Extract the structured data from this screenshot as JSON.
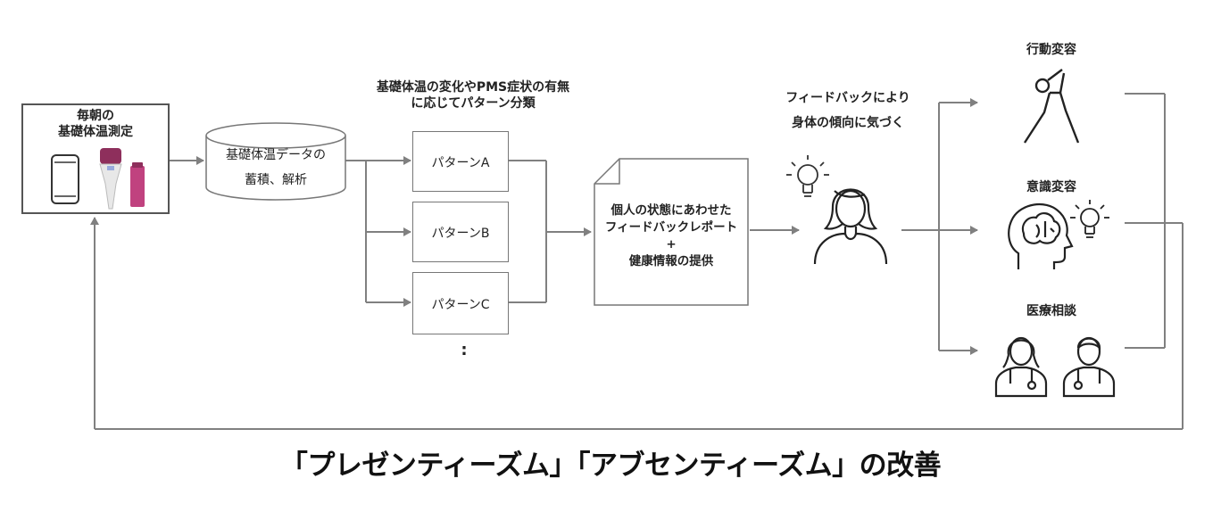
{
  "start_box": {
    "title_line1": "毎朝の",
    "title_line2": "基礎体温測定"
  },
  "database": {
    "line1": "基礎体温データの",
    "line2": "蓄積、解析"
  },
  "classification": {
    "caption_line1": "基礎体温の変化やPMS症状の有無",
    "caption_line2": "に応じてパターン分類",
    "patterns": [
      "パターンA",
      "パターンB",
      "パターンC"
    ],
    "more": ":"
  },
  "report": {
    "line1": "個人の状態にあわせた",
    "line2": "フィードバックレポート",
    "plus": "+",
    "line3": "健康情報の提供"
  },
  "awareness": {
    "line1": "フィードバックにより",
    "line2": "身体の傾向に気づく"
  },
  "outcomes": [
    {
      "label": "行動変容",
      "icon": "stretching-person-icon"
    },
    {
      "label": "意識変容",
      "icon": "brain-head-icon"
    },
    {
      "label": "医療相談",
      "icon": "doctors-icon"
    }
  ],
  "footer_title": "「プレゼンティーズム」「アブセンティーズム」の改善",
  "colors": {
    "line": "#808080",
    "text": "#222222",
    "pink": "#c0427f"
  }
}
